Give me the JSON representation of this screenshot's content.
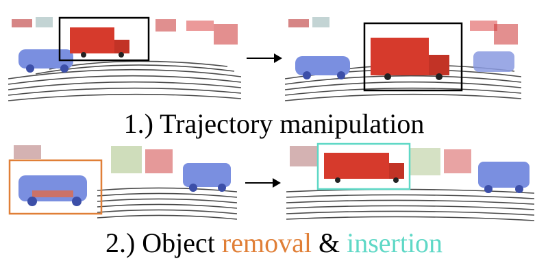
{
  "rows": [
    {
      "caption": {
        "text": "1.) Trajectory manipulation"
      },
      "before_panel": {
        "scene": "lidar-point-cloud",
        "box_color": "#000000"
      },
      "after_panel": {
        "scene": "lidar-point-cloud",
        "box_color": "#000000"
      }
    },
    {
      "caption": {
        "prefix": "2.) Object ",
        "removal": "removal",
        "connector": " & ",
        "insertion": "insertion"
      },
      "before_panel": {
        "scene": "lidar-point-cloud",
        "box_color": "#e07f37"
      },
      "after_panel": {
        "scene": "lidar-point-cloud",
        "box_color": "#5fd8c6"
      }
    }
  ],
  "colors": {
    "removal": "#e07f37",
    "insertion": "#5fd8c6",
    "truck": "#d63a2c",
    "car": "#7a8fe0",
    "scanline": "#2a2a2a"
  },
  "icons": {
    "arrow": "right-arrow-icon"
  }
}
